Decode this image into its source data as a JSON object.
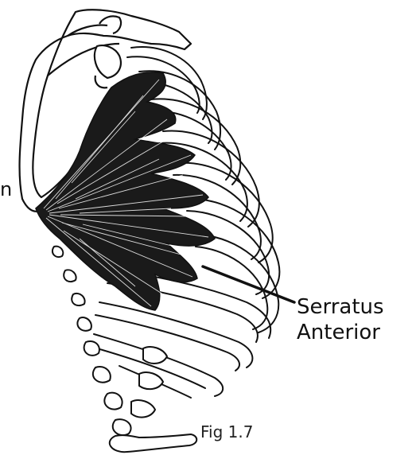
{
  "labels": {
    "muscle_line1": "Serratus",
    "muscle_line2": "Anterior",
    "clipped_edge": "n",
    "figure_number": "Fig 1.7"
  },
  "colors": {
    "ink": "#111111",
    "paper": "#ffffff"
  }
}
